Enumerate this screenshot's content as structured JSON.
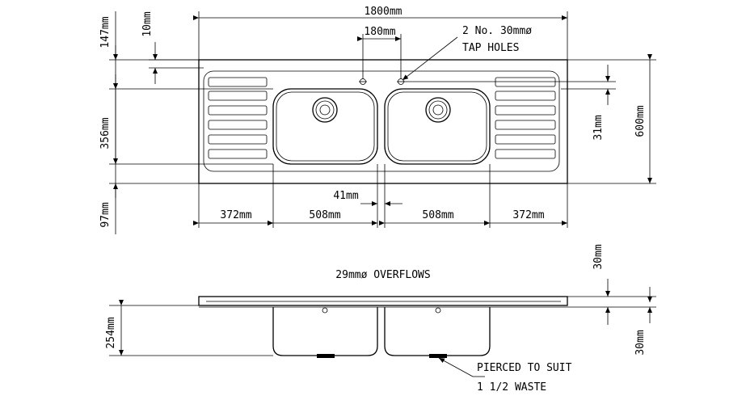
{
  "plan": {
    "overall_width": "1800mm",
    "tap_spacing": "180mm",
    "tap_holes_line1": "2 No. 30mmø",
    "tap_holes_line2": "TAP HOLES",
    "dim_top_margin": "147mm",
    "dim_edge": "10mm",
    "dim_bowl_depth": "356mm",
    "dim_front_margin": "97mm",
    "dim_tap_offset": "31mm",
    "dim_overall_depth": "600mm",
    "dim_bowl_gap": "41mm",
    "dim_drainer_left": "372mm",
    "dim_bowl_left": "508mm",
    "dim_bowl_right": "508mm",
    "dim_drainer_right": "372mm"
  },
  "section": {
    "overflows": "29mmø OVERFLOWS",
    "dim_lip": "30mm",
    "dim_depth": "254mm",
    "dim_lip_bottom": "30mm",
    "waste_line1": "PIERCED TO SUIT",
    "waste_line2": "1 1/2 WASTE"
  }
}
